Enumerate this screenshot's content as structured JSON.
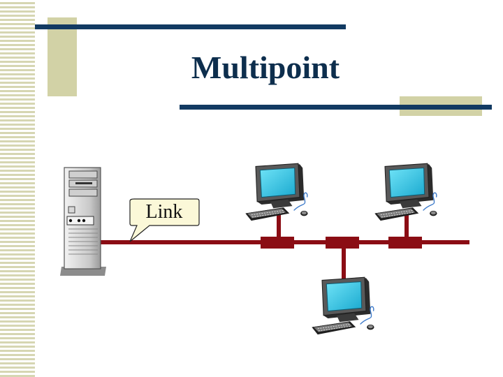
{
  "slide": {
    "title": "Multipoint",
    "link_label": "Link"
  },
  "colors": {
    "accent_square": "#d2d2a6",
    "rule": "#123a62",
    "title": "#0d2e4d",
    "bus_line": "#8b0d14",
    "callout_fill": "#fbf8d8",
    "monitor_screen": "#37c7e6",
    "stripe": "#d6d6b2"
  },
  "diagram": {
    "nodes": [
      {
        "id": "server",
        "kind": "tower-computer"
      },
      {
        "id": "station-1",
        "kind": "workstation"
      },
      {
        "id": "station-2",
        "kind": "workstation"
      },
      {
        "id": "station-3",
        "kind": "workstation"
      }
    ],
    "link": "shared-multipoint-line"
  }
}
